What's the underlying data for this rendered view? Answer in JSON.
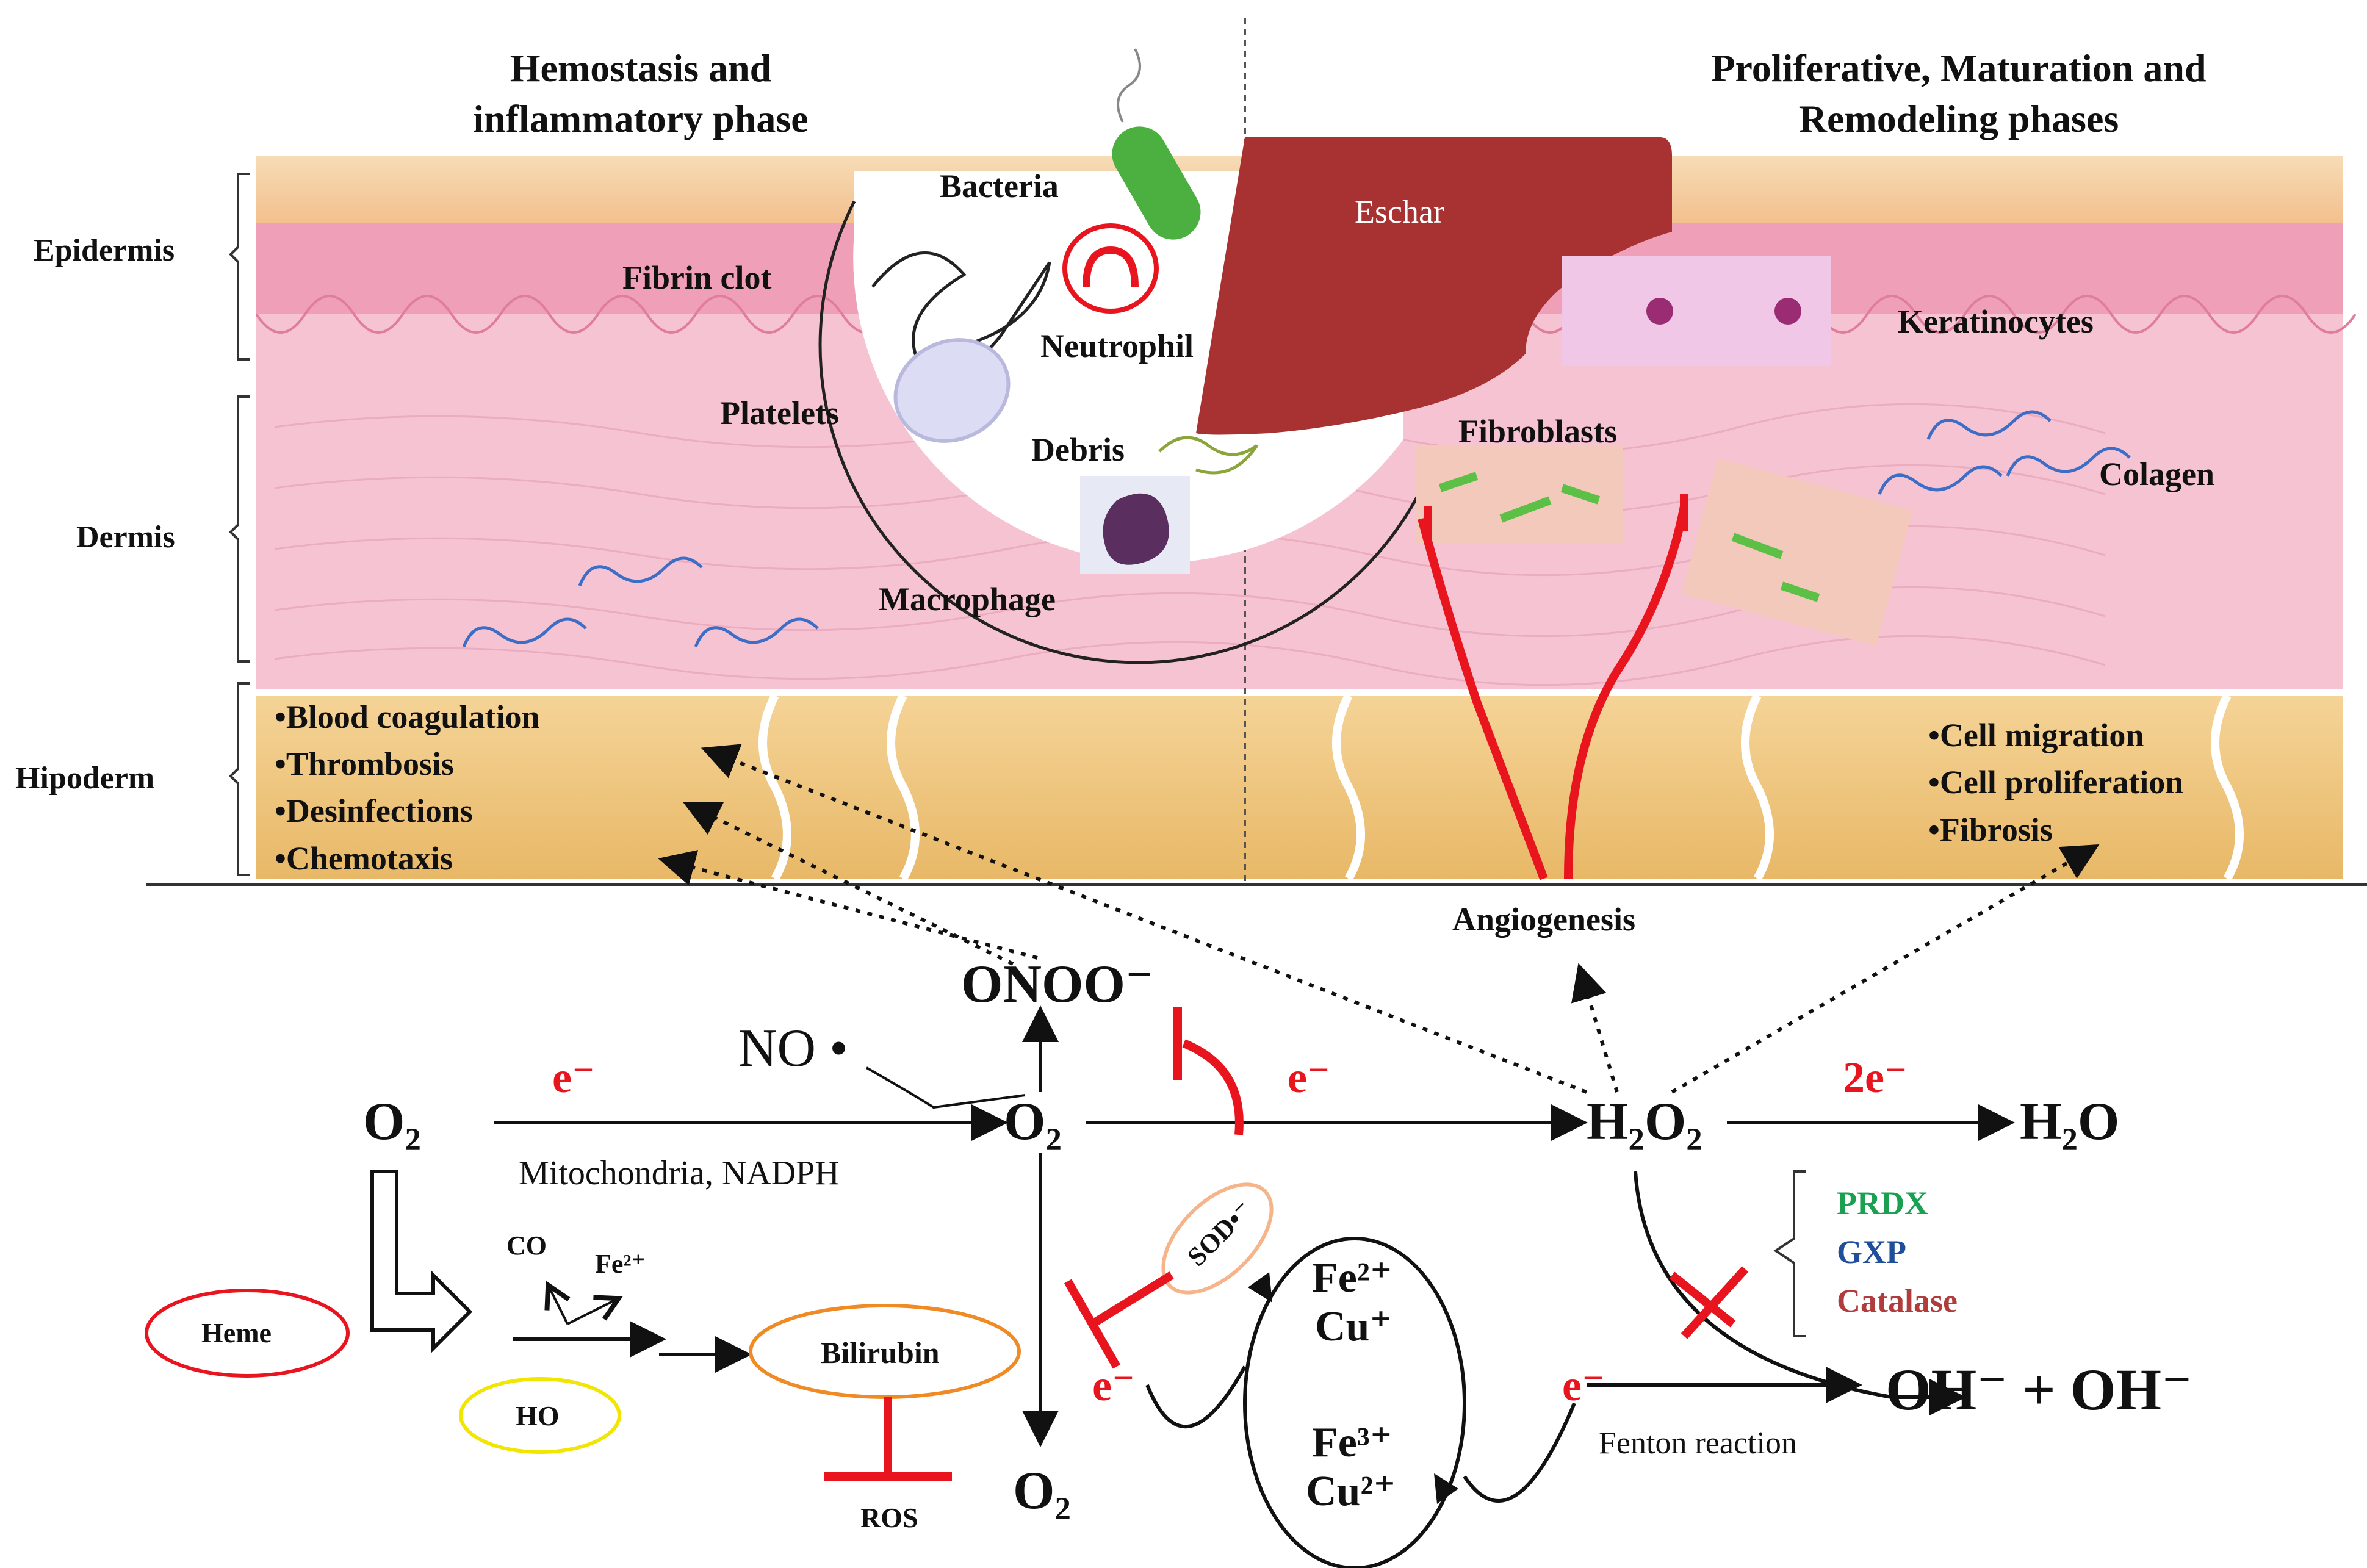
{
  "phases": {
    "left": "Hemostasis and inflammatory phase",
    "right": "Proliferative, Maturation and Remodeling phases"
  },
  "layers": [
    "Epidermis",
    "Dermis",
    "Hipoderm"
  ],
  "cells": {
    "bacteria": "Bacteria",
    "fibrin_clot": "Fibrin clot",
    "neutrophil": "Neutrophil",
    "platelets": "Platelets",
    "debris": "Debris",
    "macrophage": "Macrophage",
    "eschar": "Eschar",
    "keratinocytes": "Keratinocytes",
    "fibroblasts": "Fibroblasts",
    "colagen": "Colagen",
    "angiogenesis": "Angiogenesis"
  },
  "left_effects": [
    "•Blood coagulation",
    "•Thrombosis",
    "•Desinfections",
    "•Chemotaxis"
  ],
  "right_effects": [
    "•Cell migration",
    "•Cell proliferation",
    "•Fibrosis"
  ],
  "chemistry": {
    "o2_start": "O₂",
    "o2_middle": "O₂",
    "o2_bottom": "O₂",
    "onoo": "ONOO⁻",
    "no_radical": "NO •",
    "e_first": "e⁻",
    "e_second": "e⁻",
    "two_e": "2e⁻",
    "h2o2": "H₂O₂",
    "h2o": "H₂O",
    "mito": "Mitochondria, NADPH",
    "sod": "SOD•⁻",
    "fe2": "Fe²⁺",
    "cu1": "Cu⁺",
    "fe3": "Fe³⁺",
    "cu2": "Cu²⁺",
    "e_left_cycle": "e⁻",
    "e_fenton": "e⁻",
    "fenton": "Fenton reaction",
    "oh_products": "OH⁻ + OH⁻",
    "prdx": "PRDX",
    "gxp": "GXP",
    "catalase": "Catalase",
    "heme": "Heme",
    "ho": "HO",
    "co": "CO",
    "fe2_small": "Fe²⁺",
    "bilirubin": "Bilirubin",
    "ros": "ROS"
  },
  "colors": {
    "inhibit_red": "#e8141e",
    "skin_pink": "#f7c4d4",
    "epidermis_top": "#f6d2a8",
    "hipoderm_fat": "#f0c77c",
    "eschar": "#a83232",
    "prdx_green": "#1aa050",
    "gxp_blue": "#1f4e9a",
    "catalase_brown": "#b03c3c",
    "heme_red": "#e8141e",
    "ho_yellow": "#f2e600",
    "bilirubin_orange": "#f08a24",
    "sod_peach": "#f5b48a"
  }
}
